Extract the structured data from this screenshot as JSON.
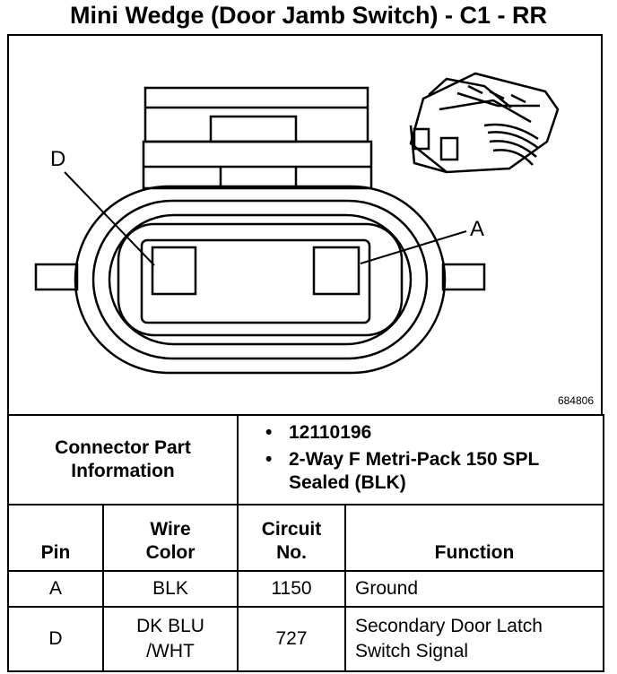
{
  "title": "Mini Wedge (Door Jamb Switch) - C1 - RR",
  "diagram": {
    "label_d": "D",
    "label_a": "A",
    "reference_number": "684806"
  },
  "connector_info": {
    "label_line1": "Connector Part",
    "label_line2": "Information",
    "items": [
      "12110196",
      "2-Way F Metri-Pack 150 SPL Sealed (BLK)"
    ]
  },
  "table": {
    "headers": {
      "pin": "Pin",
      "wire_color_line1": "Wire",
      "wire_color_line2": "Color",
      "circuit_line1": "Circuit",
      "circuit_line2": "No.",
      "function": "Function"
    },
    "rows": [
      {
        "pin": "A",
        "wire_line1": "BLK",
        "wire_line2": "",
        "circuit": "1150",
        "function_line1": "Ground",
        "function_line2": ""
      },
      {
        "pin": "D",
        "wire_line1": "DK BLU",
        "wire_line2": "/WHT",
        "circuit": "727",
        "function_line1": "Secondary Door Latch",
        "function_line2": "Switch Signal"
      }
    ]
  }
}
